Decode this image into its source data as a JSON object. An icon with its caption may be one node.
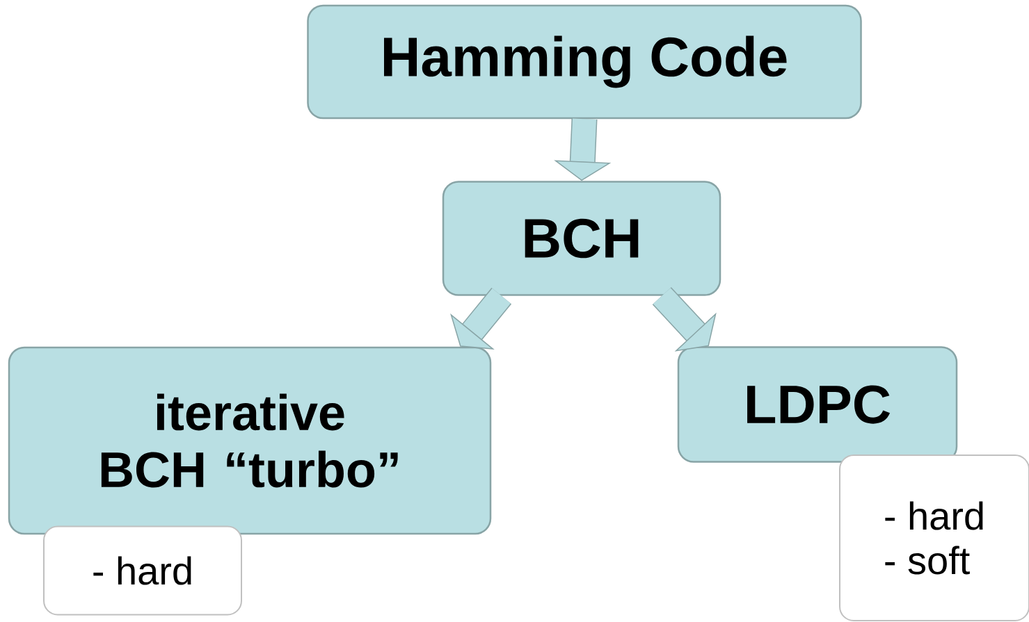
{
  "diagram": {
    "nodes": [
      {
        "text": [
          "Hamming Code"
        ]
      },
      {
        "text": [
          "BCH"
        ]
      },
      {
        "text": [
          "iterative BCH “turbo”"
        ]
      },
      {
        "text": [
          "LDPC"
        ]
      },
      {
        "text": [
          "- hard"
        ]
      },
      {
        "text": [
          "- hard",
          "- soft"
        ]
      }
    ],
    "edges": [
      {
        "from": 0,
        "to": 1,
        "arrow": "to"
      },
      {
        "from": 1,
        "to": 2,
        "arrow": "to"
      },
      {
        "from": 1,
        "to": 3,
        "arrow": "to"
      }
    ]
  }
}
